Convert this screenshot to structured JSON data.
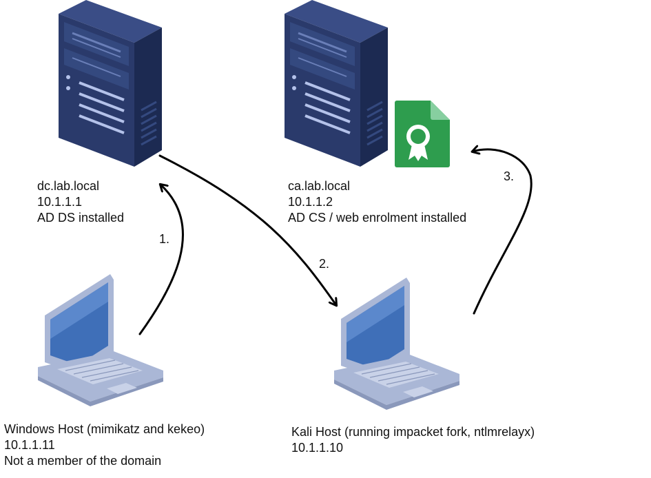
{
  "nodes": {
    "dc": {
      "hostname": "dc.lab.local",
      "ip": "10.1.1.1",
      "role": "AD DS installed",
      "icon": "server-icon"
    },
    "ca": {
      "hostname": "ca.lab.local",
      "ip": "10.1.1.2",
      "role": "AD CS / web enrolment installed",
      "icon": "server-icon",
      "badge_icon": "certificate-icon"
    },
    "windows": {
      "title": "Windows Host (mimikatz and kekeo)",
      "ip": "10.1.1.11",
      "note": "Not a member of the domain",
      "icon": "laptop-icon"
    },
    "kali": {
      "title": "Kali Host (running impacket fork, ntlmrelayx)",
      "ip": "10.1.1.10",
      "icon": "laptop-icon"
    }
  },
  "steps": [
    {
      "label": "1.",
      "from": "windows",
      "to": "dc"
    },
    {
      "label": "2.",
      "from": "dc",
      "to": "kali"
    },
    {
      "label": "3.",
      "from": "kali",
      "to": "ca"
    }
  ],
  "colors": {
    "server_front": "#2a3a6b",
    "server_side": "#1c2a52",
    "server_top": "#3a4d86",
    "server_accent": "#b4c2ea",
    "laptop_frame": "#aab7d6",
    "laptop_screen": "#3f6fb8",
    "certificate": "#2e9d4e",
    "arrow": "#000000"
  }
}
